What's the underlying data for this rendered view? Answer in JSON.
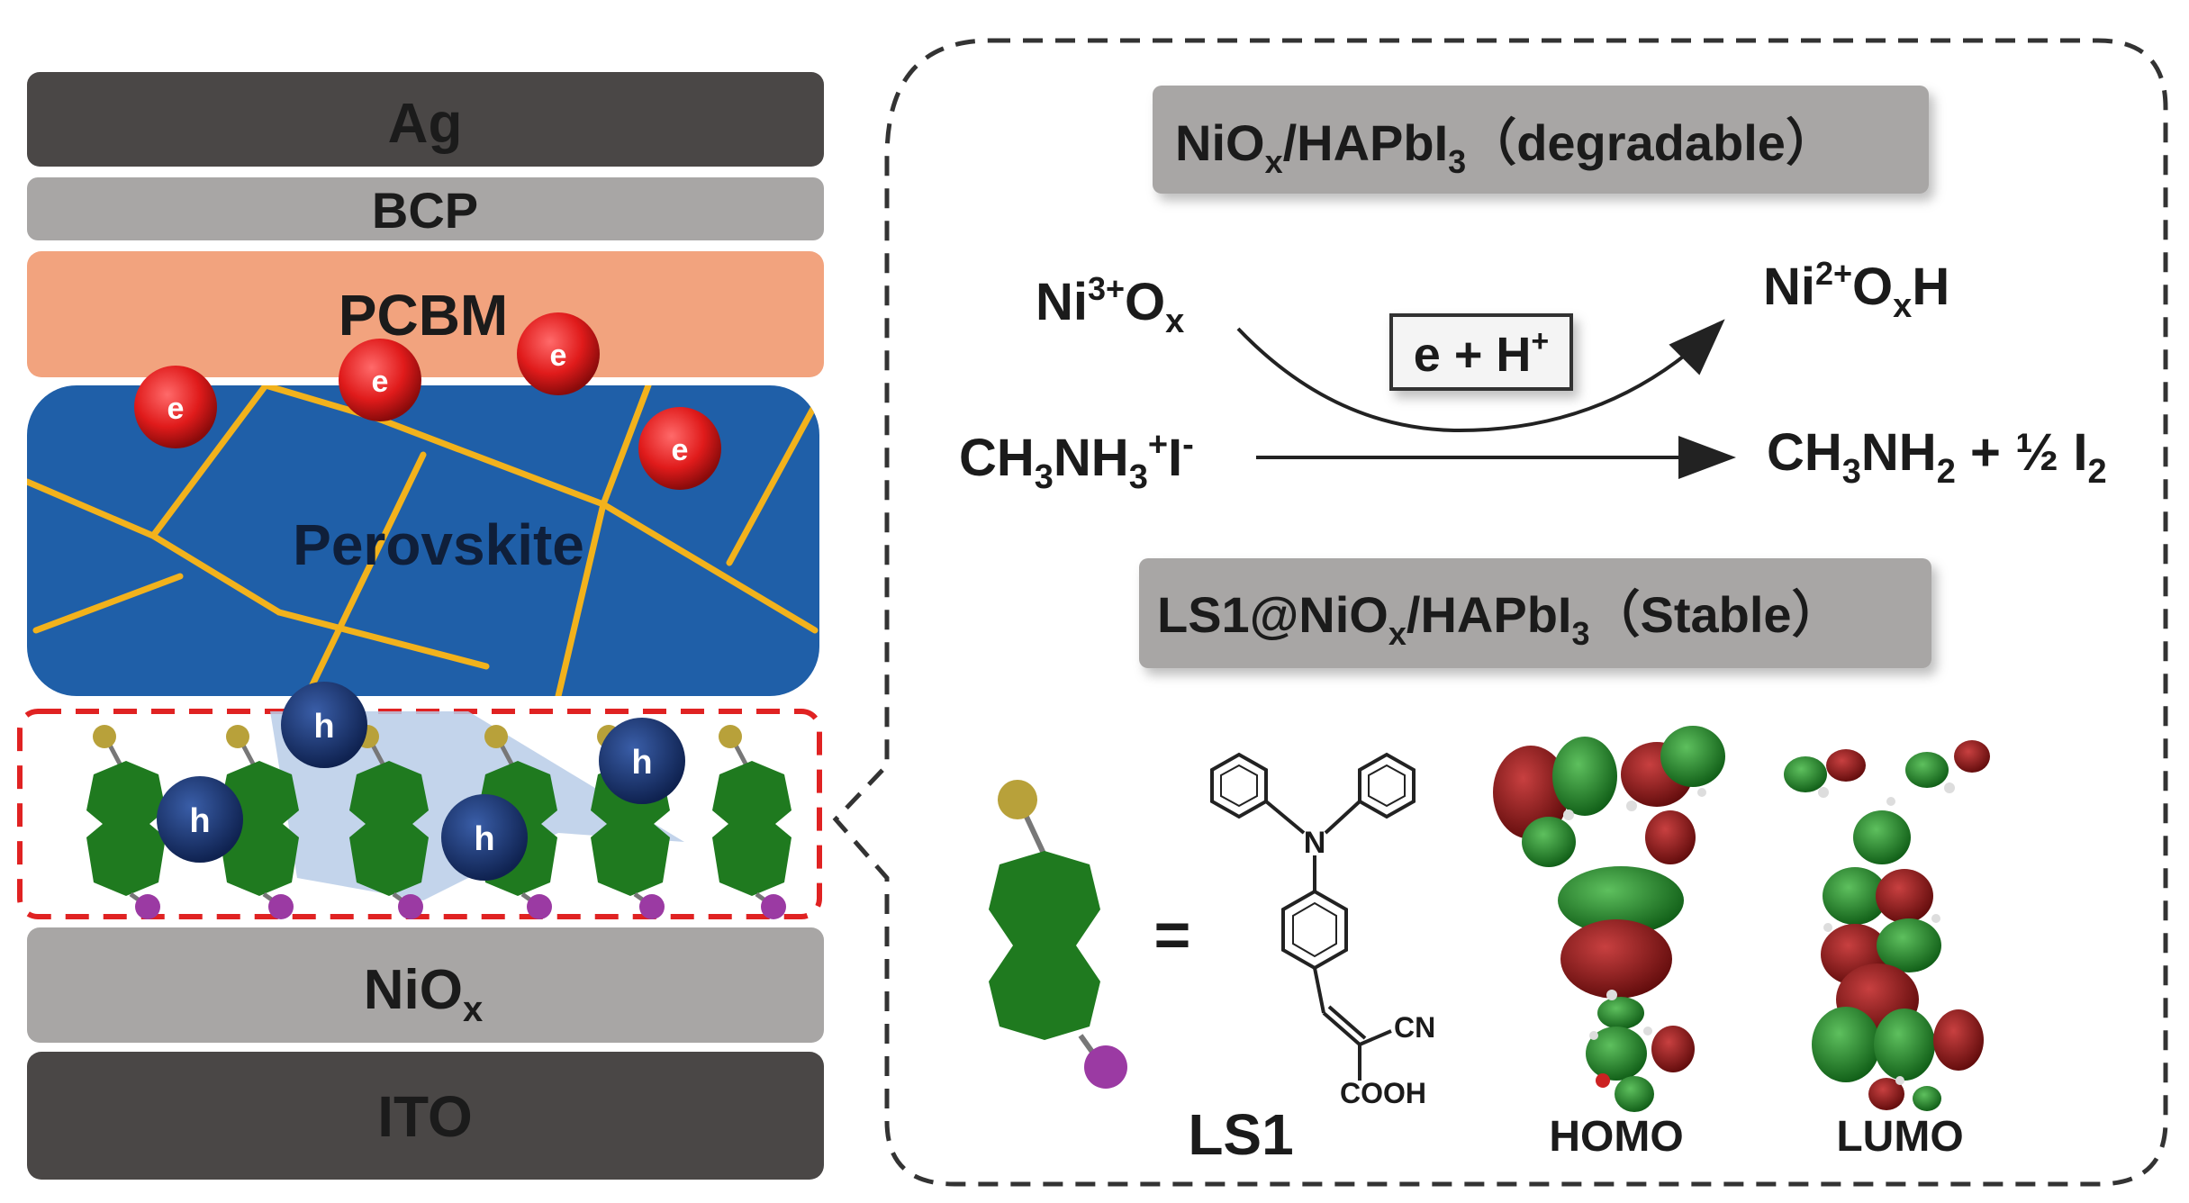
{
  "device_stack": {
    "layers": {
      "ag": "Ag",
      "bcp": "BCP",
      "pcbm": "PCBM",
      "perovskite": "Perovskite",
      "nio_base": "NiO",
      "nio_sub": "x",
      "ito": "ITO"
    },
    "electron_label": "e",
    "hole_label": "h",
    "colors": {
      "ag": "#4a4746",
      "bcp": "#a8a6a5",
      "pcbm": "#f2a37e",
      "perovskite": "#1f5fa8",
      "grain": "#f2b21c",
      "nio": "#a8a6a5",
      "ito": "#4a4746",
      "electron": "#e01b1b",
      "hole": "#1a3570",
      "molecule": "#1f7a1f",
      "anchor_top": "#b8a13a",
      "anchor_bottom": "#9b3aa3",
      "dashed_box": "#e02222"
    }
  },
  "mechanism": {
    "degradable_box": {
      "part1": "NiO",
      "sub1": "x",
      "part2": "/HAPbI",
      "sub2": "3",
      "part3": "（degradable）"
    },
    "reaction1": {
      "reactant_base": "Ni",
      "reactant_sup": "3+",
      "reactant_rest": "O",
      "reactant_sub": "x",
      "product_base": "Ni",
      "product_sup": "2+",
      "product_rest": "O",
      "product_sub": "x",
      "product_end": "H"
    },
    "catalyst": {
      "base": "e + H",
      "sup": "+"
    },
    "reaction2": {
      "r1": "CH",
      "r1_sub": "3",
      "r2": "NH",
      "r2_sub": "3",
      "r2_sup": "+",
      "r3": "I",
      "r3_sup": "-",
      "p1": "CH",
      "p1_sub": "3",
      "p2": "NH",
      "p2_sub": "2",
      "p3": " + ½ I",
      "p3_sub": "2"
    },
    "stable_box": {
      "part1": "LS1@NiO",
      "sub1": "x",
      "part2": "/HAPbI",
      "sub2": "3",
      "part3": "（Stable）"
    }
  },
  "molecule_panel": {
    "equals": "=",
    "n_label": "N",
    "cn_label": "CN",
    "cooh_label": "COOH",
    "molecule_name": "LS1",
    "homo_label": "HOMO",
    "lumo_label": "LUMO"
  }
}
